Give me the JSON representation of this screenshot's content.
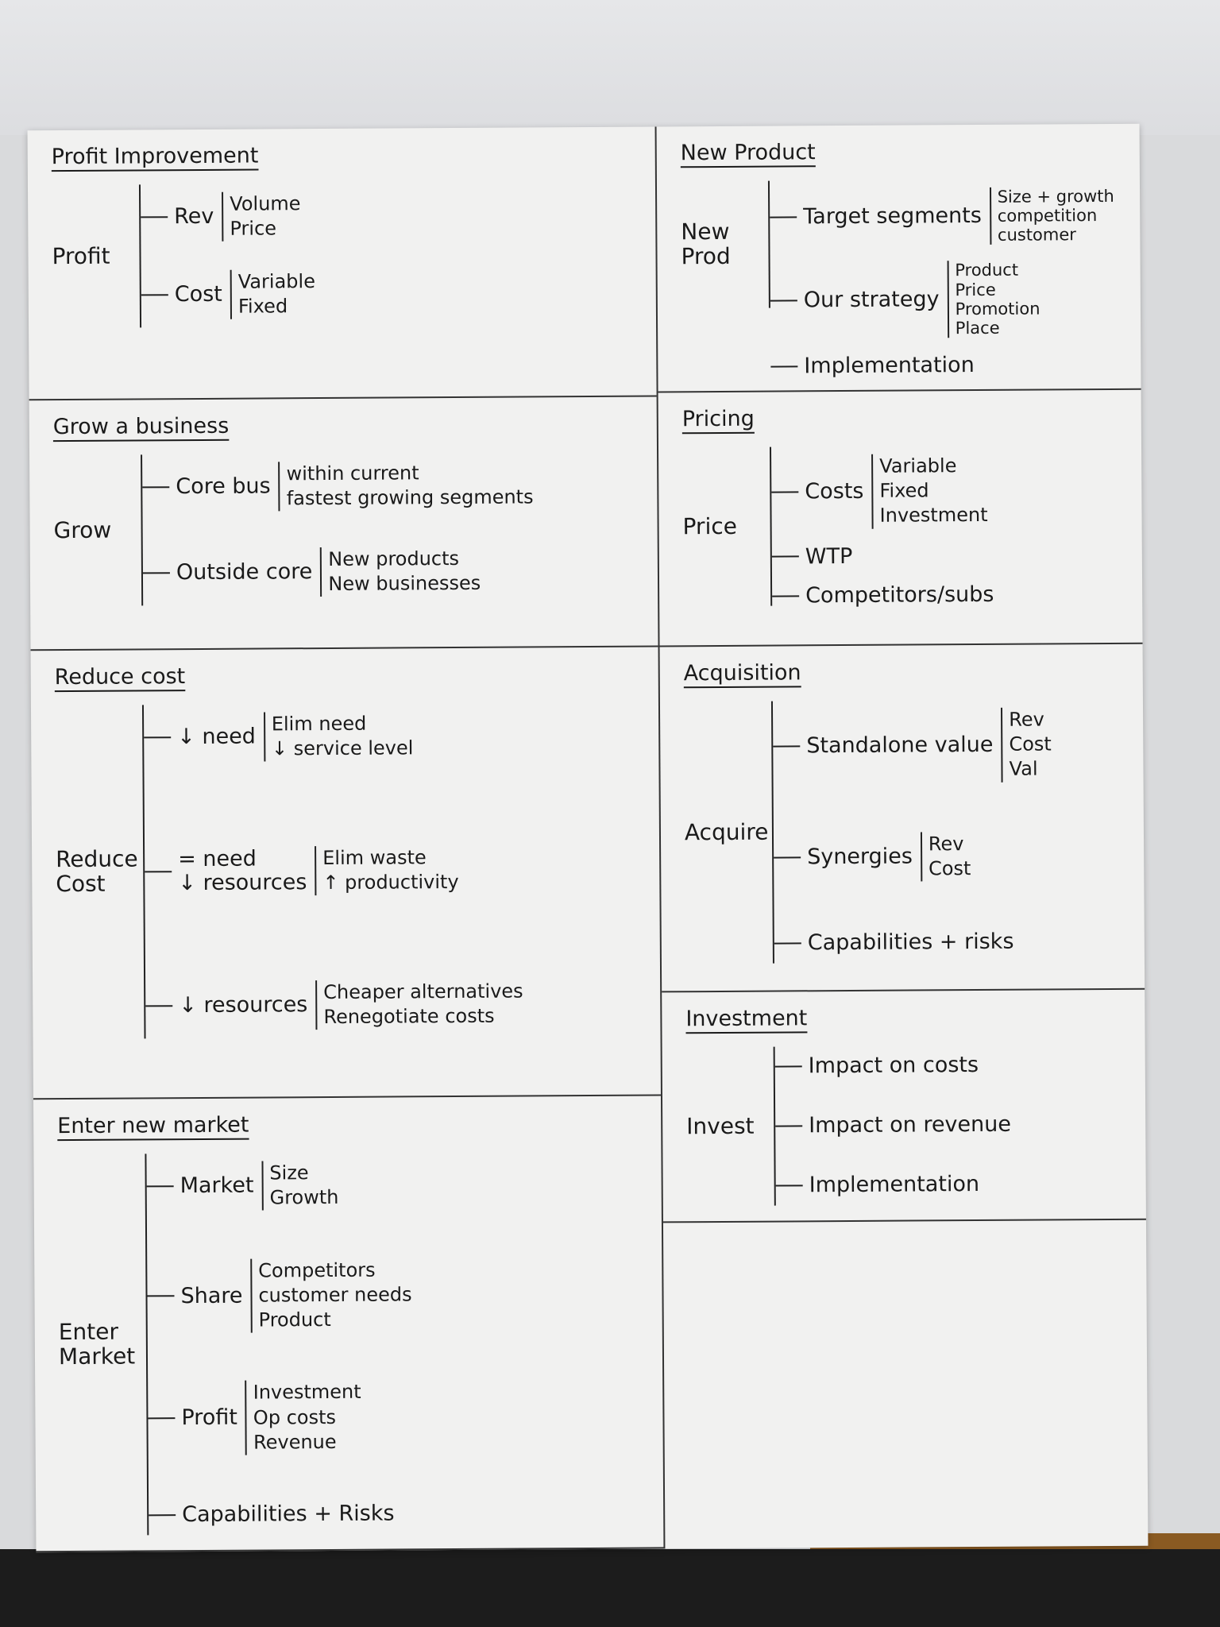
{
  "panels": [
    {
      "id": "profit-improvement",
      "title": "Profit Improvement",
      "root": "Profit",
      "branches": [
        {
          "label": "Rev",
          "leaves": [
            "Volume",
            "Price"
          ]
        },
        {
          "label": "Cost",
          "leaves": [
            "Variable",
            "Fixed"
          ]
        }
      ]
    },
    {
      "id": "grow-business",
      "title": "Grow a business",
      "root": "Grow",
      "branches": [
        {
          "label": "Core bus",
          "leaves": [
            "within current",
            "fastest growing segments"
          ]
        },
        {
          "label": "Outside core",
          "leaves": [
            "New products",
            "New businesses"
          ]
        }
      ]
    },
    {
      "id": "reduce-cost",
      "title": "Reduce cost",
      "root": "Reduce\nCost",
      "branches": [
        {
          "label": "↓ need",
          "leaves": [
            "Elim need",
            "↓ service level"
          ]
        },
        {
          "label": "= need\n↓ resources",
          "leaves": [
            "Elim waste",
            "↑ productivity"
          ]
        },
        {
          "label": "↓ resources",
          "leaves": [
            "Cheaper alternatives",
            "Renegotiate costs"
          ]
        }
      ]
    },
    {
      "id": "enter-new-market",
      "title": "Enter new market",
      "root": "Enter\nMarket",
      "branches": [
        {
          "label": "Market",
          "leaves": [
            "Size",
            "Growth"
          ]
        },
        {
          "label": "Share",
          "leaves": [
            "Competitors",
            "customer needs",
            "Product"
          ]
        },
        {
          "label": "Profit",
          "leaves": [
            "Investment",
            "Op costs",
            "Revenue"
          ]
        },
        {
          "label": "Capabilities + Risks",
          "leaves": []
        }
      ]
    },
    {
      "id": "new-product",
      "title": "New Product",
      "root": "New\nProd",
      "small": true,
      "branches": [
        {
          "label": "Target segments",
          "leaves": [
            "Size + growth",
            "competition",
            "customer"
          ]
        },
        {
          "label": "Our strategy",
          "leaves": [
            "Product",
            "Price",
            "Promotion",
            "Place"
          ]
        },
        {
          "label": "Implementation",
          "leaves": []
        }
      ]
    },
    {
      "id": "pricing",
      "title": "Pricing",
      "root": "Price",
      "branches": [
        {
          "label": "Costs",
          "leaves": [
            "Variable",
            "Fixed",
            "Investment"
          ]
        },
        {
          "label": "WTP",
          "leaves": []
        },
        {
          "label": "Competitors/subs",
          "leaves": []
        }
      ]
    },
    {
      "id": "acquisition",
      "title": "Acquisition",
      "root": "Acquire",
      "branches": [
        {
          "label": "Standalone value",
          "leaves": [
            "Rev",
            "Cost",
            "Val"
          ]
        },
        {
          "label": "Synergies",
          "leaves": [
            "Rev",
            "Cost"
          ]
        },
        {
          "label": "Capabilities + risks",
          "leaves": []
        }
      ]
    },
    {
      "id": "investment",
      "title": "Investment",
      "root": "Invest",
      "branches": [
        {
          "label": "Impact on costs",
          "leaves": []
        },
        {
          "label": "Impact on revenue",
          "leaves": []
        },
        {
          "label": "Implementation",
          "leaves": []
        }
      ]
    }
  ]
}
